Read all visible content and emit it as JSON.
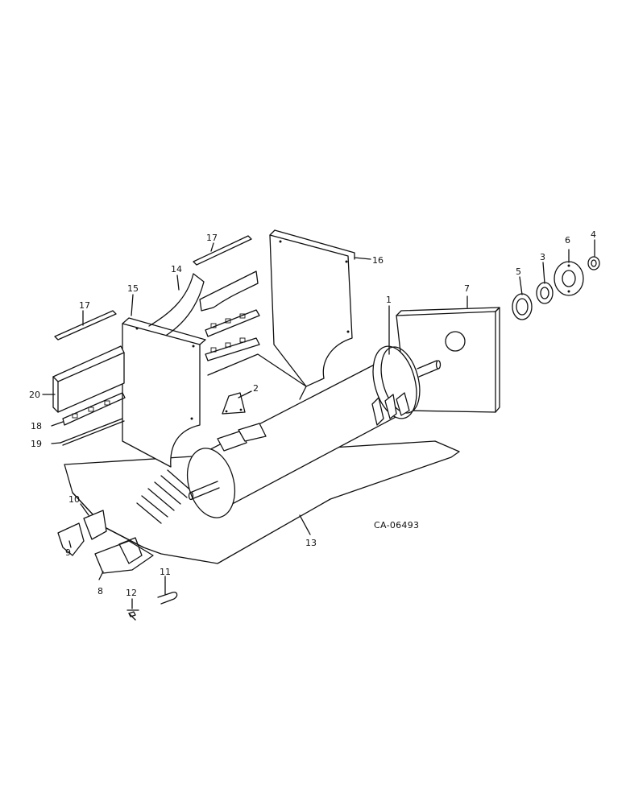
{
  "drawing": {
    "code": "CA-06493",
    "callouts": {
      "n1": "1",
      "n2": "2",
      "n3": "3",
      "n4": "4",
      "n5": "5",
      "n6": "6",
      "n7": "7",
      "n8": "8",
      "n9": "9",
      "n10": "10",
      "n11": "11",
      "n12": "12",
      "n13": "13",
      "n14": "14",
      "n15": "15",
      "n16": "16",
      "n17a": "17",
      "n17b": "17",
      "n18": "18",
      "n19": "19",
      "n20": "20"
    }
  }
}
